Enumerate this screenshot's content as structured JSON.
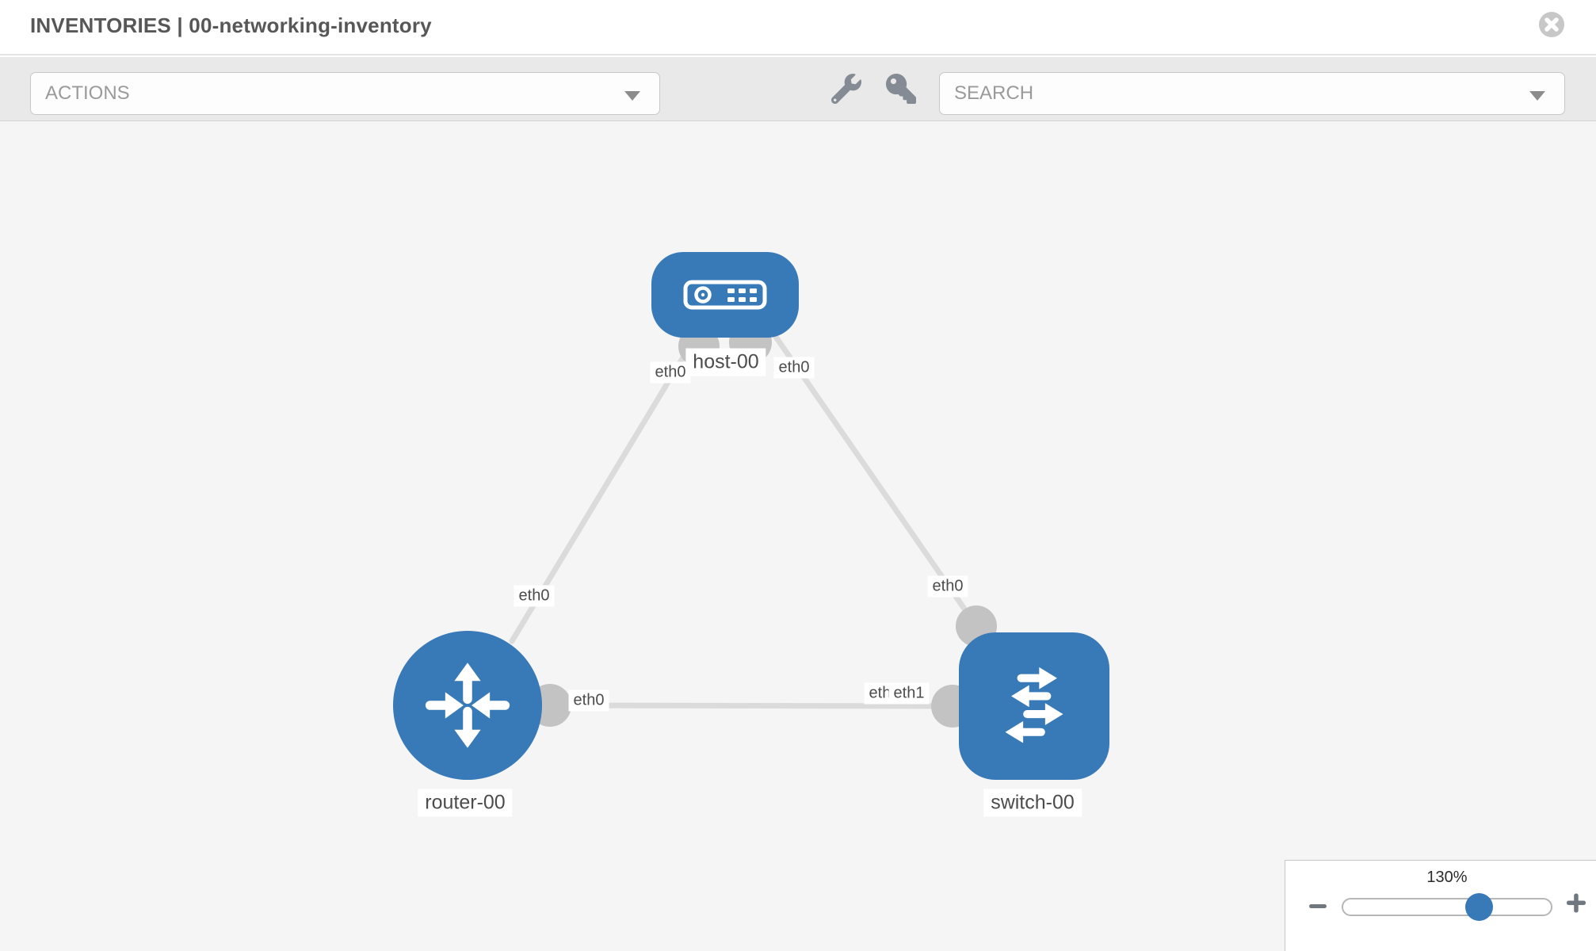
{
  "header": {
    "title": "INVENTORIES | 00-networking-inventory"
  },
  "toolbar": {
    "actions_label": "ACTIONS",
    "search_label": "SEARCH"
  },
  "topology": {
    "nodes": [
      {
        "label": "host-00",
        "type": "host"
      },
      {
        "label": "router-00",
        "type": "router"
      },
      {
        "label": "switch-00",
        "type": "switch"
      }
    ],
    "links": [
      {
        "from": "host-00",
        "to": "router-00",
        "from_interface": "eth0",
        "to_interface": "eth0"
      },
      {
        "from": "host-00",
        "to": "switch-00",
        "from_interface": "eth0",
        "to_interface": "eth0"
      },
      {
        "from": "router-00",
        "to": "switch-00",
        "from_interface": "eth0",
        "to_interface": "eth1",
        "overlapping_label": "eth0"
      }
    ]
  },
  "zoom_control": {
    "level": "130%"
  },
  "colors": {
    "node_blue": "#3879b7",
    "link_gray": "#dbdbdb",
    "endpoint_gray": "#c3c3c3",
    "canvas_bg": "#f5f5f5",
    "toolbar_bg": "#e9e9e9",
    "icon_gray": "#848b94"
  }
}
